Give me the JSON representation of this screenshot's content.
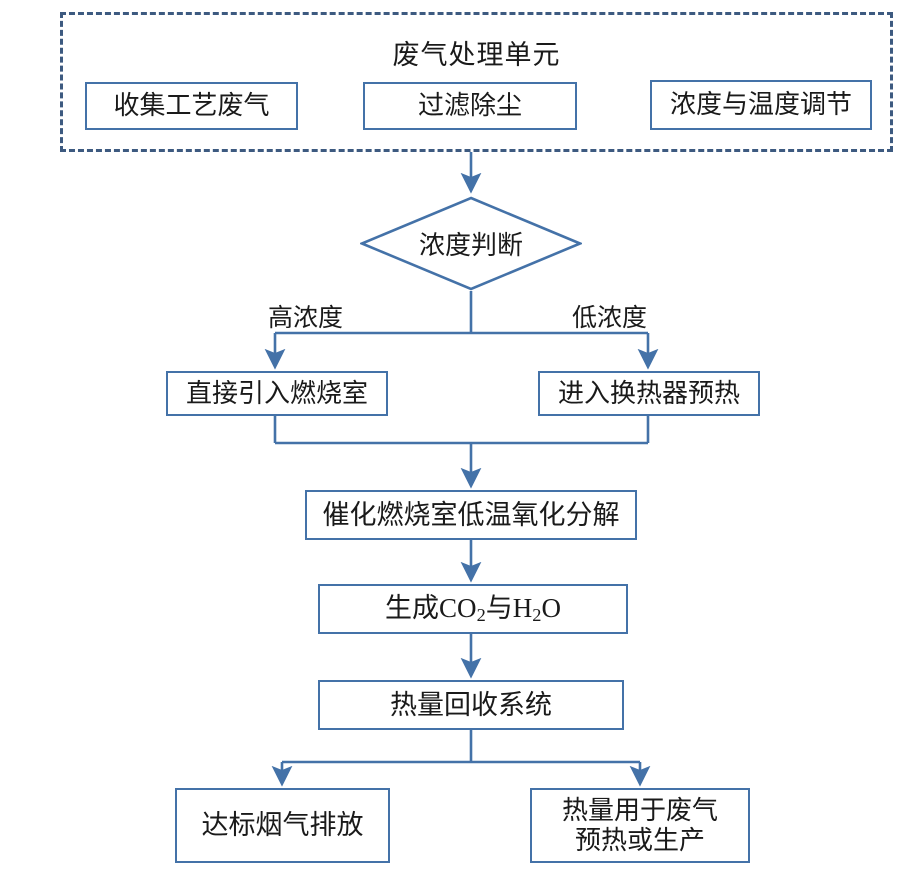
{
  "diagram": {
    "type": "flowchart",
    "title": "废气处理单元",
    "colors": {
      "node_border": "#4472a8",
      "group_border": "#3d5a80",
      "connector": "#4472a8",
      "text": "#1a1a1a",
      "background": "#ffffff"
    },
    "group": {
      "label": "废气处理单元",
      "items": [
        {
          "label": "收集工艺废气"
        },
        {
          "label": "过滤除尘"
        },
        {
          "label": "浓度与温度调节"
        }
      ]
    },
    "decision": {
      "label": "浓度判断",
      "branches": [
        {
          "label": "高浓度",
          "side": "left"
        },
        {
          "label": "低浓度",
          "side": "right"
        }
      ]
    },
    "nodes": {
      "high_conc": "直接引入燃烧室",
      "low_conc": "进入换热器预热",
      "catalytic": "催化燃烧室低温氧化分解",
      "products_prefix": "生成CO",
      "products_sub1": "2",
      "products_mid": "与H",
      "products_sub2": "2",
      "products_suffix": "O",
      "products_plain": "生成CO2与H2O",
      "heat_recovery": "热量回收系统",
      "emission": "达标烟气排放",
      "reuse_line1": "热量用于废气",
      "reuse_line2": "预热或生产"
    }
  }
}
